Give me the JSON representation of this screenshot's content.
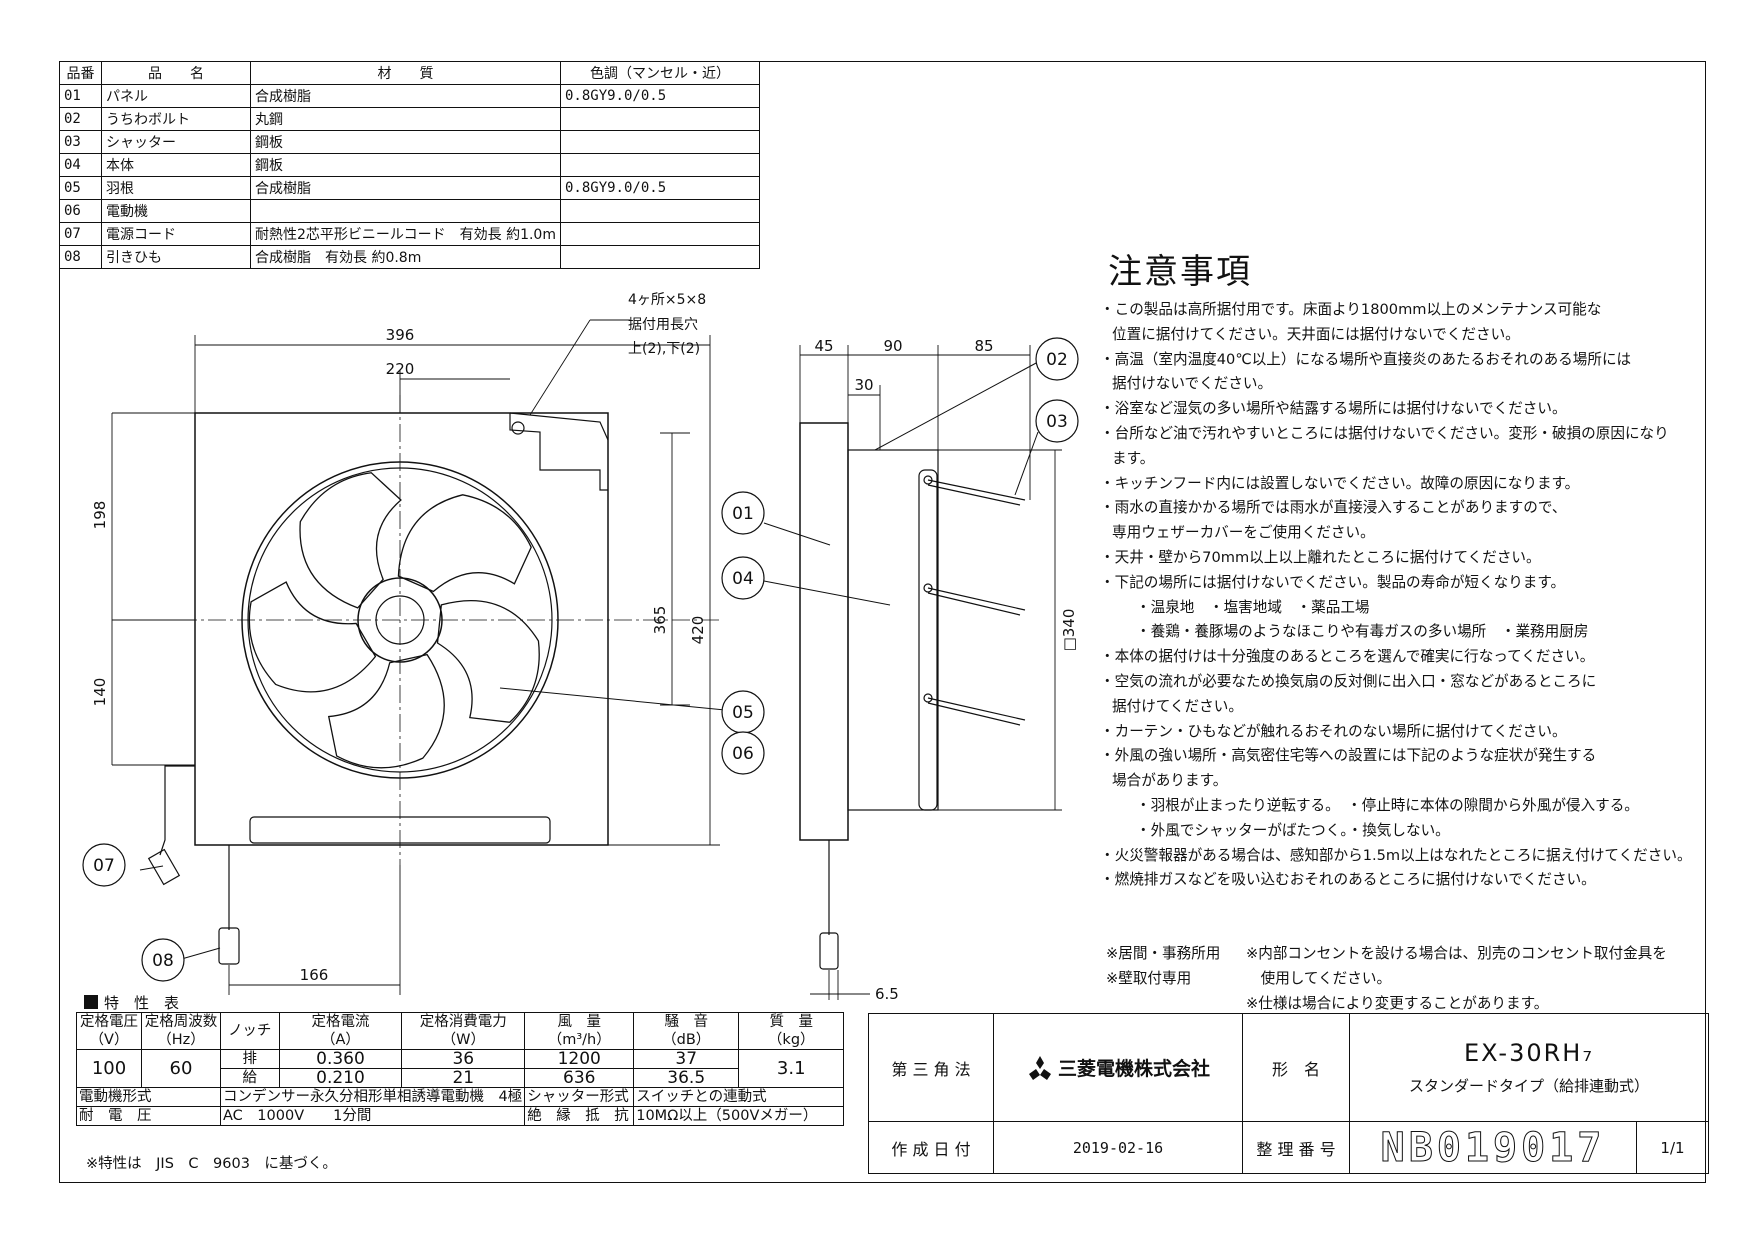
{
  "parts_table": {
    "headers": [
      "品番",
      "品　　名",
      "材　　質",
      "色調（マンセル・近）"
    ],
    "rows": [
      {
        "no": "01",
        "name": "パネル",
        "material": "合成樹脂",
        "color": "0.8GY9.0/0.5"
      },
      {
        "no": "02",
        "name": "うちわボルト",
        "material": "丸鋼",
        "color": ""
      },
      {
        "no": "03",
        "name": "シャッター",
        "material": "鋼板",
        "color": ""
      },
      {
        "no": "04",
        "name": "本体",
        "material": "鋼板",
        "color": ""
      },
      {
        "no": "05",
        "name": "羽根",
        "material": "合成樹脂",
        "color": "0.8GY9.0/0.5"
      },
      {
        "no": "06",
        "name": "電動機",
        "material": "",
        "color": ""
      },
      {
        "no": "07",
        "name": "電源コード",
        "material": "耐熱性2芯平形ビニールコード　有効長 約1.0m",
        "color": ""
      },
      {
        "no": "08",
        "name": "引きひも",
        "material": "合成樹脂　有効長 約0.8m",
        "color": ""
      }
    ]
  },
  "drawing": {
    "dimensions": {
      "width_396": "396",
      "width_220": "220",
      "height_198": "198",
      "height_140": "140",
      "height_365": "365",
      "height_420": "420",
      "bottom_166": "166",
      "side_45": "45",
      "side_90": "90",
      "side_85": "85",
      "side_30": "30",
      "side_340": "□340",
      "side_6_5": "6.5"
    },
    "mount_note": [
      "4ヶ所×5×8",
      "据付用長穴",
      "上(2),下(2)"
    ],
    "callouts": [
      "01",
      "02",
      "03",
      "04",
      "05",
      "06",
      "07",
      "08"
    ]
  },
  "notes": {
    "title": "注意事項",
    "lines": [
      {
        "text": "・この製品は高所据付用です。床面より1800mm以上のメンテナンス可能な",
        "indent": 0
      },
      {
        "text": "位置に据付けてください。天井面には据付けないでください。",
        "indent": 1
      },
      {
        "text": "・高温（室内温度40℃以上）になる場所や直接炎のあたるおそれのある場所には",
        "indent": 0
      },
      {
        "text": "据付けないでください。",
        "indent": 1
      },
      {
        "text": "・浴室など湿気の多い場所や結露する場所には据付けないでください。",
        "indent": 0
      },
      {
        "text": "・台所など油で汚れやすいところには据付けないでください。変形・破損の原因になり",
        "indent": 0
      },
      {
        "text": "ます。",
        "indent": 1
      },
      {
        "text": "・キッチンフード内には設置しないでください。故障の原因になります。",
        "indent": 0
      },
      {
        "text": "・雨水の直接かかる場所では雨水が直接浸入することがありますので、",
        "indent": 0
      },
      {
        "text": "専用ウェザーカバーをご使用ください。",
        "indent": 1
      },
      {
        "text": "・天井・壁から70mm以上以上離れたところに据付けてください。",
        "indent": 0
      },
      {
        "text": "・下記の場所には据付けないでください。製品の寿命が短くなります。",
        "indent": 0
      },
      {
        "text": "・温泉地　・塩害地域　・薬品工場",
        "indent": 2
      },
      {
        "text": "・養鶏・養豚場のようなほこりや有毒ガスの多い場所　・業務用厨房",
        "indent": 2
      },
      {
        "text": "・本体の据付けは十分強度のあるところを選んで確実に行なってください。",
        "indent": 0
      },
      {
        "text": "・空気の流れが必要なため換気扇の反対側に出入口・窓などがあるところに",
        "indent": 0
      },
      {
        "text": "据付けてください。",
        "indent": 1
      },
      {
        "text": "・カーテン・ひもなどが触れるおそれのない場所に据付けてください。",
        "indent": 0
      },
      {
        "text": "・外風の強い場所・高気密住宅等への設置には下記のような症状が発生する",
        "indent": 0
      },
      {
        "text": "場合があります。",
        "indent": 1
      },
      {
        "text": "・羽根が止まったり逆転する。　・停止時に本体の隙間から外風が侵入する。",
        "indent": 2
      },
      {
        "text": "・外風でシャッターがばたつく。・換気しない。",
        "indent": 2
      },
      {
        "text": "・火災警報器がある場合は、感知部から1.5m以上はなれたところに据え付けてください。",
        "indent": 0
      },
      {
        "text": "・燃焼排ガスなどを吸い込むおそれのあるところに据付けないでください。",
        "indent": 0
      }
    ]
  },
  "footnotes": [
    {
      "key": "※居間・事務所用",
      "value": "※内部コンセントを設ける場合は、別売のコンセント取付金具を"
    },
    {
      "key": "※壁取付専用",
      "value": "　使用してください。"
    },
    {
      "key": "",
      "value": "※仕様は場合により変更することがあります。"
    }
  ],
  "spec": {
    "label": "特　性　表",
    "headers": {
      "voltage": "定格電圧",
      "voltage_unit": "（V）",
      "freq": "定格周波数",
      "freq_unit": "（Hz）",
      "notch": "ノッチ",
      "current": "定格電流",
      "current_unit": "（A）",
      "power": "定格消費電力",
      "power_unit": "（W）",
      "airflow": "風　量",
      "airflow_unit": "（m³/h）",
      "noise": "騒　音",
      "noise_unit": "（dB）",
      "mass": "質　量",
      "mass_unit": "（kg）"
    },
    "voltage": "100",
    "freq": "60",
    "mass": "3.1",
    "rows": [
      {
        "notch": "排",
        "current": "0.360",
        "power": "36",
        "airflow": "1200",
        "noise": "37"
      },
      {
        "notch": "給",
        "current": "0.210",
        "power": "21",
        "airflow": "636",
        "noise": "36.5"
      }
    ],
    "motor_label": "電動機形式",
    "motor_value": "コンデンサー永久分相形単相誘導電動機　4極",
    "shutter_label": "シャッター形式",
    "shutter_value": "スイッチとの連動式",
    "withstand_label": "耐　電　圧",
    "withstand_value": "AC　1000V　　1分間",
    "insulation_label": "絶　縁　抵　抗",
    "insulation_value": "10MΩ以上（500Vメガー）",
    "note": "※特性は　JIS　C　9603　に基づく。"
  },
  "title_block": {
    "projection": "第 三 角 法",
    "company": "三菱電機株式会社",
    "model_label": "形　名",
    "model": "EX-30RH₇",
    "model_sub": "スタンダードタイプ（給排連動式）",
    "date_label": "作 成 日 付",
    "date": "2019-02-16",
    "number_label": "整 理 番 号",
    "number": "NB019017",
    "sheet": "1/1"
  }
}
